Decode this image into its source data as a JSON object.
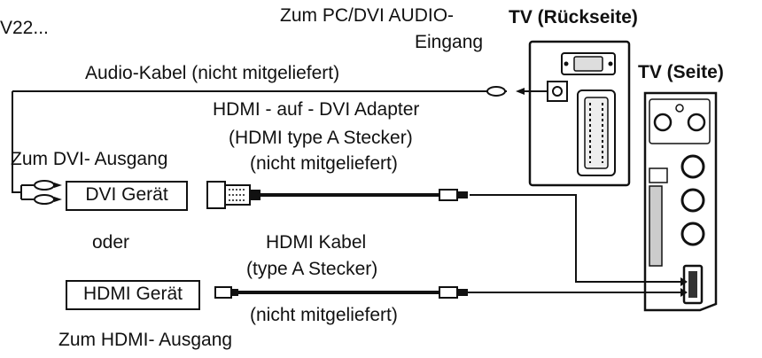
{
  "header_fragment": "V22...",
  "labels": {
    "pc_audio_line1": "Zum PC/DVI AUDIO-",
    "pc_audio_line2": "Eingang",
    "tv_back": "TV (Rückseite)",
    "tv_side": "TV (Seite)",
    "audio_cable": "Audio-Kabel (nicht mitgeliefert)",
    "adapter_line1": "HDMI - auf - DVI Adapter",
    "adapter_line2": "(HDMI type A Stecker)",
    "adapter_line3": "(nicht mitgeliefert)",
    "dvi_output": "Zum DVI- Ausgang",
    "or": "oder",
    "hdmi_cable_line1": "HDMI Kabel",
    "hdmi_cable_line2": "(type A Stecker)",
    "hdmi_cable_line3": "(nicht mitgeliefert)",
    "hdmi_output": "Zum HDMI- Ausgang"
  },
  "devices": {
    "dvi_device": "DVI Gerät",
    "hdmi_device": "HDMI Gerät"
  }
}
